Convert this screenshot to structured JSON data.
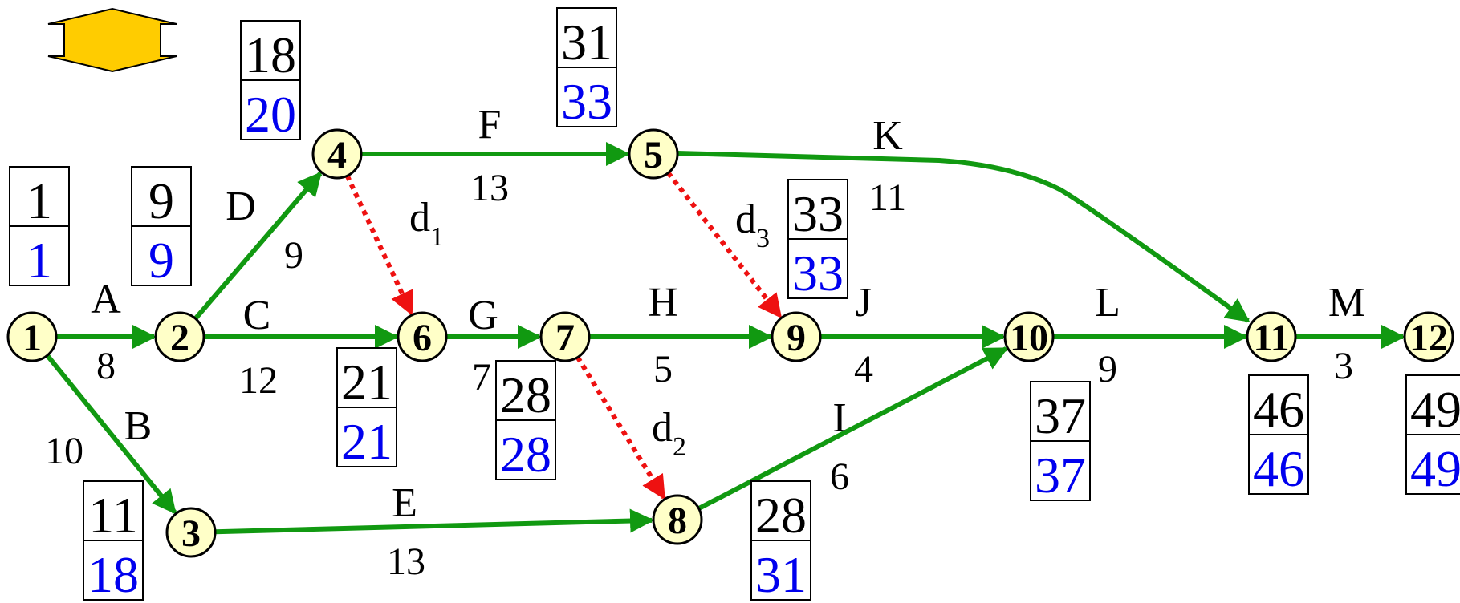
{
  "colors": {
    "activity": "#119911",
    "dummy": "#ee1111",
    "node_fill": "#ffffc8",
    "early": "#000000",
    "late": "#0000ee",
    "nav_icon": "#ffcc00"
  },
  "nav_icon": "double-arrow-icon",
  "nodes": [
    {
      "id": "1",
      "early": "1",
      "late": "1"
    },
    {
      "id": "2",
      "early": "9",
      "late": "9"
    },
    {
      "id": "3",
      "early": "11",
      "late": "18"
    },
    {
      "id": "4",
      "early": "18",
      "late": "20"
    },
    {
      "id": "5",
      "early": "31",
      "late": "33"
    },
    {
      "id": "6",
      "early": "21",
      "late": "21"
    },
    {
      "id": "7",
      "early": "28",
      "late": "28"
    },
    {
      "id": "8",
      "early": "28",
      "late": "31"
    },
    {
      "id": "9",
      "early": "33",
      "late": "33"
    },
    {
      "id": "10",
      "early": "37",
      "late": "37"
    },
    {
      "id": "11",
      "early": "46",
      "late": "46"
    },
    {
      "id": "12",
      "early": "49",
      "late": "49"
    }
  ],
  "activities": [
    {
      "name": "A",
      "duration": "8",
      "from": "1",
      "to": "2"
    },
    {
      "name": "B",
      "duration": "10",
      "from": "1",
      "to": "3"
    },
    {
      "name": "C",
      "duration": "12",
      "from": "2",
      "to": "6"
    },
    {
      "name": "D",
      "duration": "9",
      "from": "2",
      "to": "4"
    },
    {
      "name": "E",
      "duration": "13",
      "from": "3",
      "to": "8"
    },
    {
      "name": "F",
      "duration": "13",
      "from": "4",
      "to": "5"
    },
    {
      "name": "G",
      "duration": "7",
      "from": "6",
      "to": "7"
    },
    {
      "name": "H",
      "duration": "5",
      "from": "7",
      "to": "9"
    },
    {
      "name": "I",
      "duration": "6",
      "from": "8",
      "to": "10"
    },
    {
      "name": "J",
      "duration": "4",
      "from": "9",
      "to": "10"
    },
    {
      "name": "K",
      "duration": "11",
      "from": "5",
      "to": "11"
    },
    {
      "name": "L",
      "duration": "9",
      "from": "10",
      "to": "11"
    },
    {
      "name": "M",
      "duration": "3",
      "from": "11",
      "to": "12"
    }
  ],
  "dummies": [
    {
      "name": "d",
      "sub": "1",
      "from": "4",
      "to": "6"
    },
    {
      "name": "d",
      "sub": "2",
      "from": "7",
      "to": "8"
    },
    {
      "name": "d",
      "sub": "3",
      "from": "5",
      "to": "9"
    }
  ]
}
